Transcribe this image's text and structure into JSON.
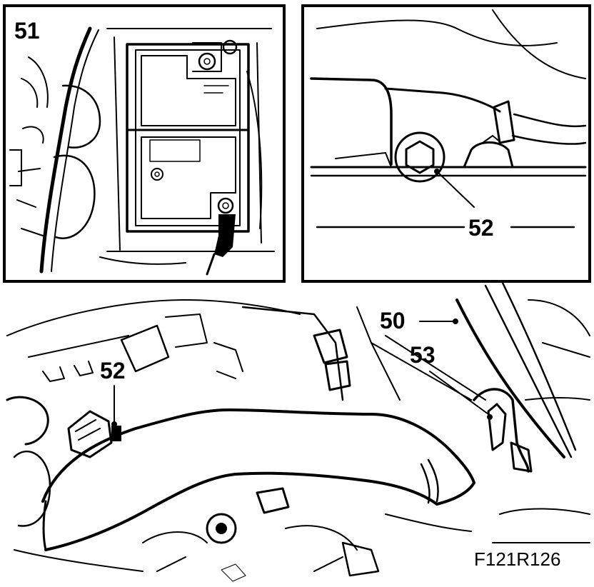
{
  "figure_id": "F121R126",
  "callouts": {
    "c51": "51",
    "c52_detail": "52",
    "c52_main": "52",
    "c50": "50",
    "c53": "53"
  },
  "colors": {
    "ink": "#000000",
    "paper": "#ffffff"
  }
}
